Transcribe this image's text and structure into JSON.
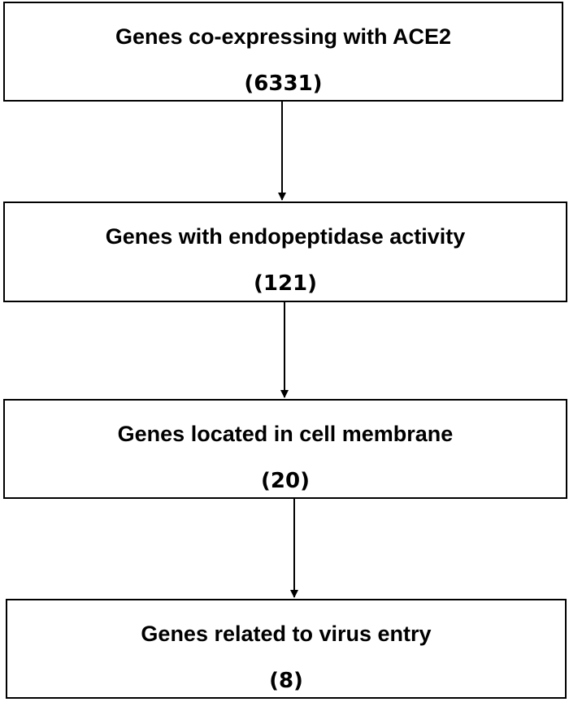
{
  "flowchart": {
    "steps": [
      {
        "label": "Genes co-expressing with ACE2",
        "count": "(6331)"
      },
      {
        "label": "Genes with endopeptidase activity",
        "count": "(121)"
      },
      {
        "label": "Genes located in cell membrane",
        "count": "(20)"
      },
      {
        "label": "Genes related to virus entry",
        "count": "(8)"
      }
    ]
  }
}
